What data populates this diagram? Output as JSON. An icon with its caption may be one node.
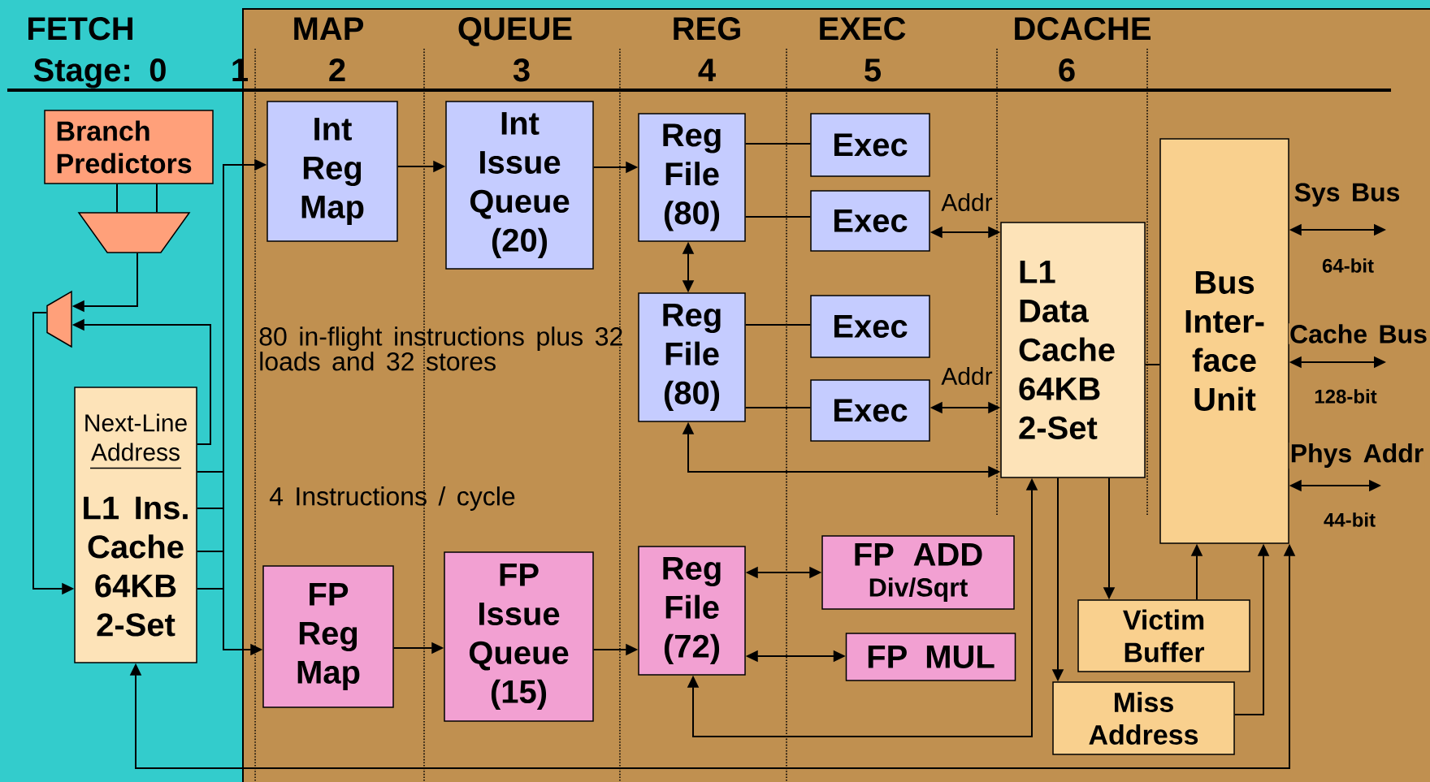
{
  "diagram": {
    "nodes": [
      {
        "text": [
          "Branch Predictors"
        ]
      },
      {
        "text": [],
        "shape": "trapezoid"
      },
      {
        "text": [],
        "shape": "trapezoid"
      },
      {
        "text": [
          "Next-Line Address",
          "L1 Ins. Cache 64KB 2-Set"
        ]
      },
      {
        "text": [
          "Int Reg Map"
        ]
      },
      {
        "text": [
          "Int Issue Queue (20)"
        ]
      },
      {
        "text": [
          "Reg File (80)"
        ]
      },
      {
        "text": [
          "Reg File (80)"
        ]
      },
      {
        "text": [
          "Exec"
        ]
      },
      {
        "text": [
          "Exec"
        ]
      },
      {
        "text": [
          "Exec"
        ]
      },
      {
        "text": [
          "Exec"
        ]
      },
      {
        "text": [
          "L1 Data Cache 64KB 2-Set"
        ]
      },
      {
        "text": [
          "Bus Inter- face Unit"
        ]
      },
      {
        "text": [
          "FP Reg Map"
        ]
      },
      {
        "text": [
          "FP Issue Queue (15)"
        ]
      },
      {
        "text": [
          "Reg File (72)"
        ]
      },
      {
        "text": [
          "FP ADD",
          "Div/Sqrt"
        ]
      },
      {
        "text": [
          "FP MUL"
        ]
      },
      {
        "text": [
          "Victim Buffer"
        ]
      },
      {
        "text": [
          "Miss Address"
        ]
      }
    ],
    "edges": [
      {
        "from": 0,
        "to": 1,
        "arrow": "none"
      },
      {
        "from": 0,
        "to": 1,
        "arrow": "none"
      },
      {
        "from": 1,
        "to": 2,
        "arrow": "to"
      },
      {
        "from": 3,
        "to": 2,
        "arrow": "to"
      },
      {
        "from": 2,
        "to": 3,
        "arrow": "to"
      },
      {
        "from": 3,
        "to": 4,
        "arrow": "to"
      },
      {
        "from": 3,
        "to": 14,
        "arrow": "to"
      },
      {
        "from": 4,
        "to": 5,
        "arrow": "to"
      },
      {
        "from": 5,
        "to": 6,
        "arrow": "to"
      },
      {
        "from": 14,
        "to": 15,
        "arrow": "to"
      },
      {
        "from": 15,
        "to": 16,
        "arrow": "to"
      },
      {
        "from": 6,
        "to": 8,
        "arrow": "none"
      },
      {
        "from": 6,
        "to": 9,
        "arrow": "none"
      },
      {
        "from": 7,
        "to": 10,
        "arrow": "none"
      },
      {
        "from": 7,
        "to": 11,
        "arrow": "none"
      },
      {
        "from": 6,
        "to": 7,
        "arrow": "both"
      },
      {
        "from": 9,
        "to": 12,
        "arrow": "both",
        "label": "Addr"
      },
      {
        "from": 11,
        "to": 12,
        "arrow": "both",
        "label": "Addr"
      },
      {
        "from": 12,
        "to": 7,
        "arrow": "both"
      },
      {
        "from": 12,
        "to": 16,
        "arrow": "both"
      },
      {
        "from": 12,
        "to": 20,
        "arrow": "to"
      },
      {
        "from": 12,
        "to": 19,
        "arrow": "to"
      },
      {
        "from": 19,
        "to": 13,
        "arrow": "to"
      },
      {
        "from": 20,
        "to": 13,
        "arrow": "to"
      },
      {
        "from": 13,
        "to": 3,
        "arrow": "both"
      },
      {
        "from": 12,
        "to": 13,
        "arrow": "none"
      },
      {
        "from": 16,
        "to": 17,
        "arrow": "both"
      },
      {
        "from": 16,
        "to": 18,
        "arrow": "both"
      },
      {
        "from": 13,
        "to": null,
        "arrow": "both",
        "label": "Sys Bus"
      },
      {
        "from": 13,
        "to": null,
        "arrow": "both",
        "label": "Cache Bus"
      },
      {
        "from": 13,
        "to": null,
        "arrow": "both",
        "label": "Phys Addr"
      }
    ],
    "labels": [
      "FETCH",
      "MAP",
      "QUEUE",
      "REG",
      "EXEC",
      "DCACHE",
      "Stage: 0",
      "1",
      "2",
      "3",
      "4",
      "5",
      "6",
      "64-bit",
      "80 in-flight instructions plus 32 loads and 32 stores",
      "128-bit",
      "4 Instructions / cycle",
      "44-bit"
    ]
  }
}
